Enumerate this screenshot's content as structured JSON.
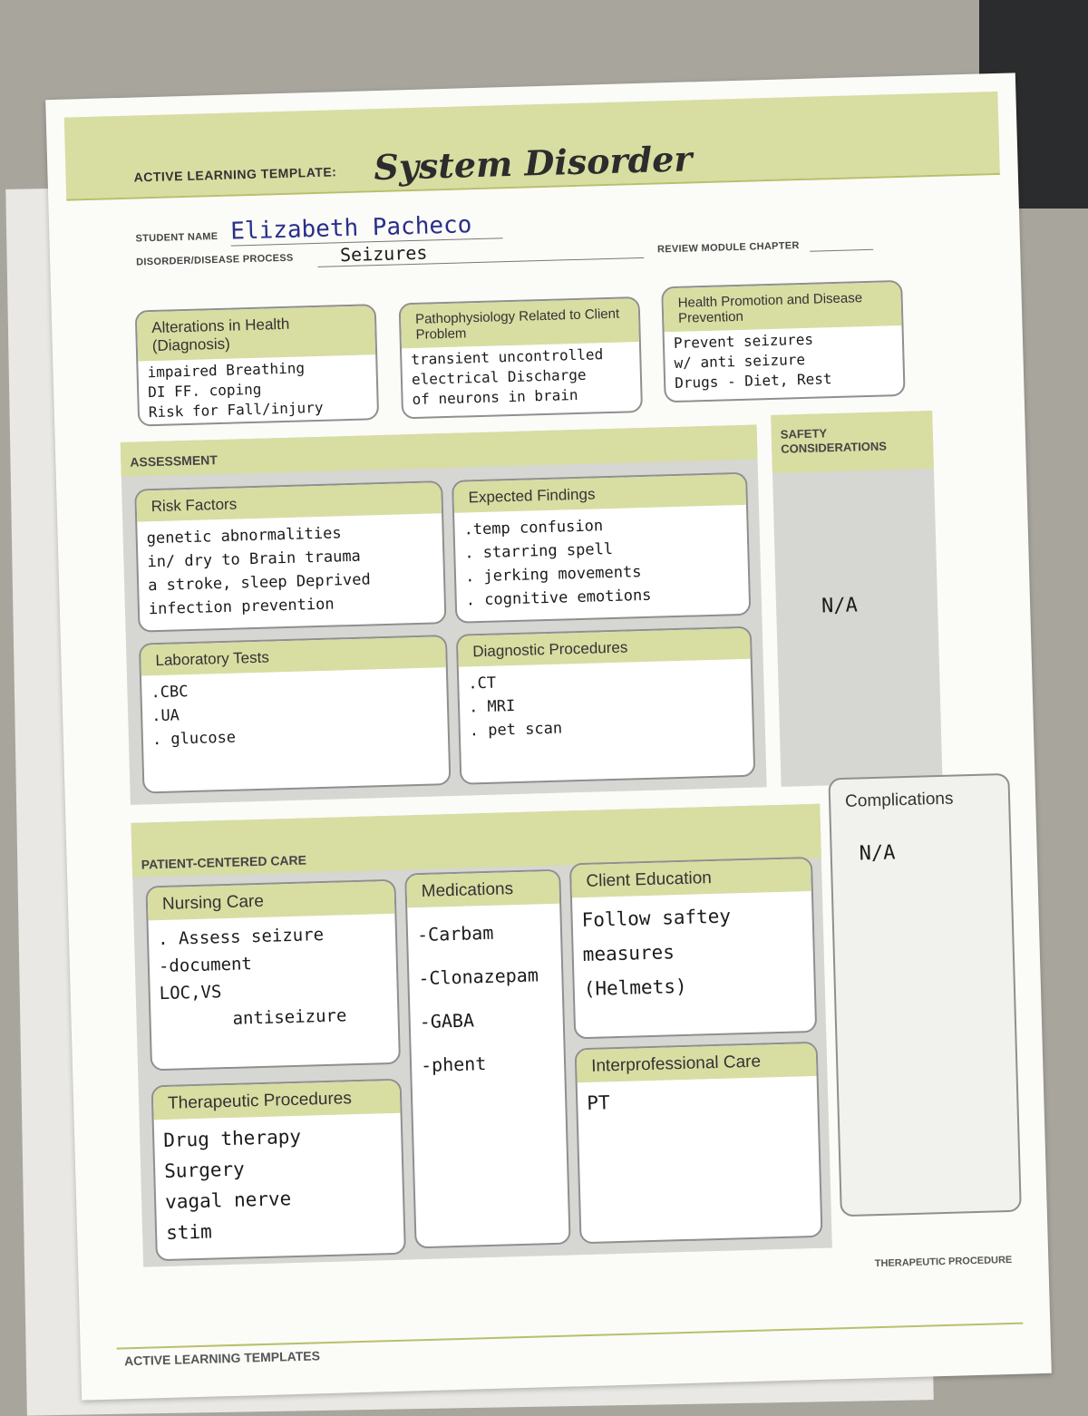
{
  "template": {
    "label": "ACTIVE LEARNING TEMPLATE:",
    "title": "System Disorder"
  },
  "fields": {
    "student_name_label": "STUDENT NAME",
    "student_name_value": "Elizabeth Pacheco",
    "disorder_label": "DISORDER/DISEASE PROCESS",
    "disorder_value": "Seizures",
    "review_label": "REVIEW MODULE CHAPTER"
  },
  "top_boxes": {
    "alterations": {
      "title": "Alterations in Health (Diagnosis)",
      "lines": [
        "impaired Breathing",
        "DI FF. coping",
        "Risk for Fall/injury"
      ]
    },
    "pathophysiology": {
      "title": "Pathophysiology Related to Client Problem",
      "lines": [
        "transient uncontrolled",
        "electrical Discharge",
        "of neurons in brain"
      ]
    },
    "health_promotion": {
      "title": "Health Promotion and Disease Prevention",
      "lines": [
        "Prevent seizures",
        "w/ anti seizure",
        "Drugs - Diet, Rest"
      ]
    }
  },
  "assessment": {
    "title": "ASSESSMENT",
    "risk_factors": {
      "title": "Risk Factors",
      "lines": [
        "genetic abnormalities",
        "in/ dry to Brain trauma",
        "a stroke, sleep Deprived",
        "infection prevention"
      ]
    },
    "expected_findings": {
      "title": "Expected Findings",
      "lines": [
        ".temp confusion",
        ". starring spell",
        ". jerking movements",
        ". cognitive emotions"
      ]
    },
    "laboratory_tests": {
      "title": "Laboratory Tests",
      "lines": [
        ".CBC",
        ".UA",
        ". glucose"
      ]
    },
    "diagnostic_procedures": {
      "title": "Diagnostic Procedures",
      "lines": [
        ".CT",
        ". MRI",
        ". pet scan"
      ]
    }
  },
  "safety": {
    "title": "SAFETY CONSIDERATIONS",
    "value": "N/A"
  },
  "patient_centered_care": {
    "title": "PATIENT-CENTERED CARE",
    "nursing_care": {
      "title": "Nursing Care",
      "lines": [
        ". Assess seizure",
        "-document",
        "LOC,VS",
        "antiseizure"
      ]
    },
    "medications": {
      "title": "Medications",
      "lines": [
        "-Carbam",
        "-Clonazepam",
        "-GABA",
        "-phent"
      ]
    },
    "client_education": {
      "title": "Client Education",
      "lines": [
        "Follow saftey",
        "measures",
        "(Helmets)"
      ]
    },
    "therapeutic_procedures": {
      "title": "Therapeutic Procedures",
      "lines": [
        "Drug therapy",
        "Surgery",
        "vagal nerve",
        "stim"
      ]
    },
    "interprofessional_care": {
      "title": "Interprofessional Care",
      "lines": [
        "PT"
      ]
    }
  },
  "complications": {
    "title": "Complications",
    "value": "N/A"
  },
  "footer": {
    "left": "ACTIVE LEARNING TEMPLATES",
    "right": "THERAPEUTIC PROCEDURE"
  }
}
